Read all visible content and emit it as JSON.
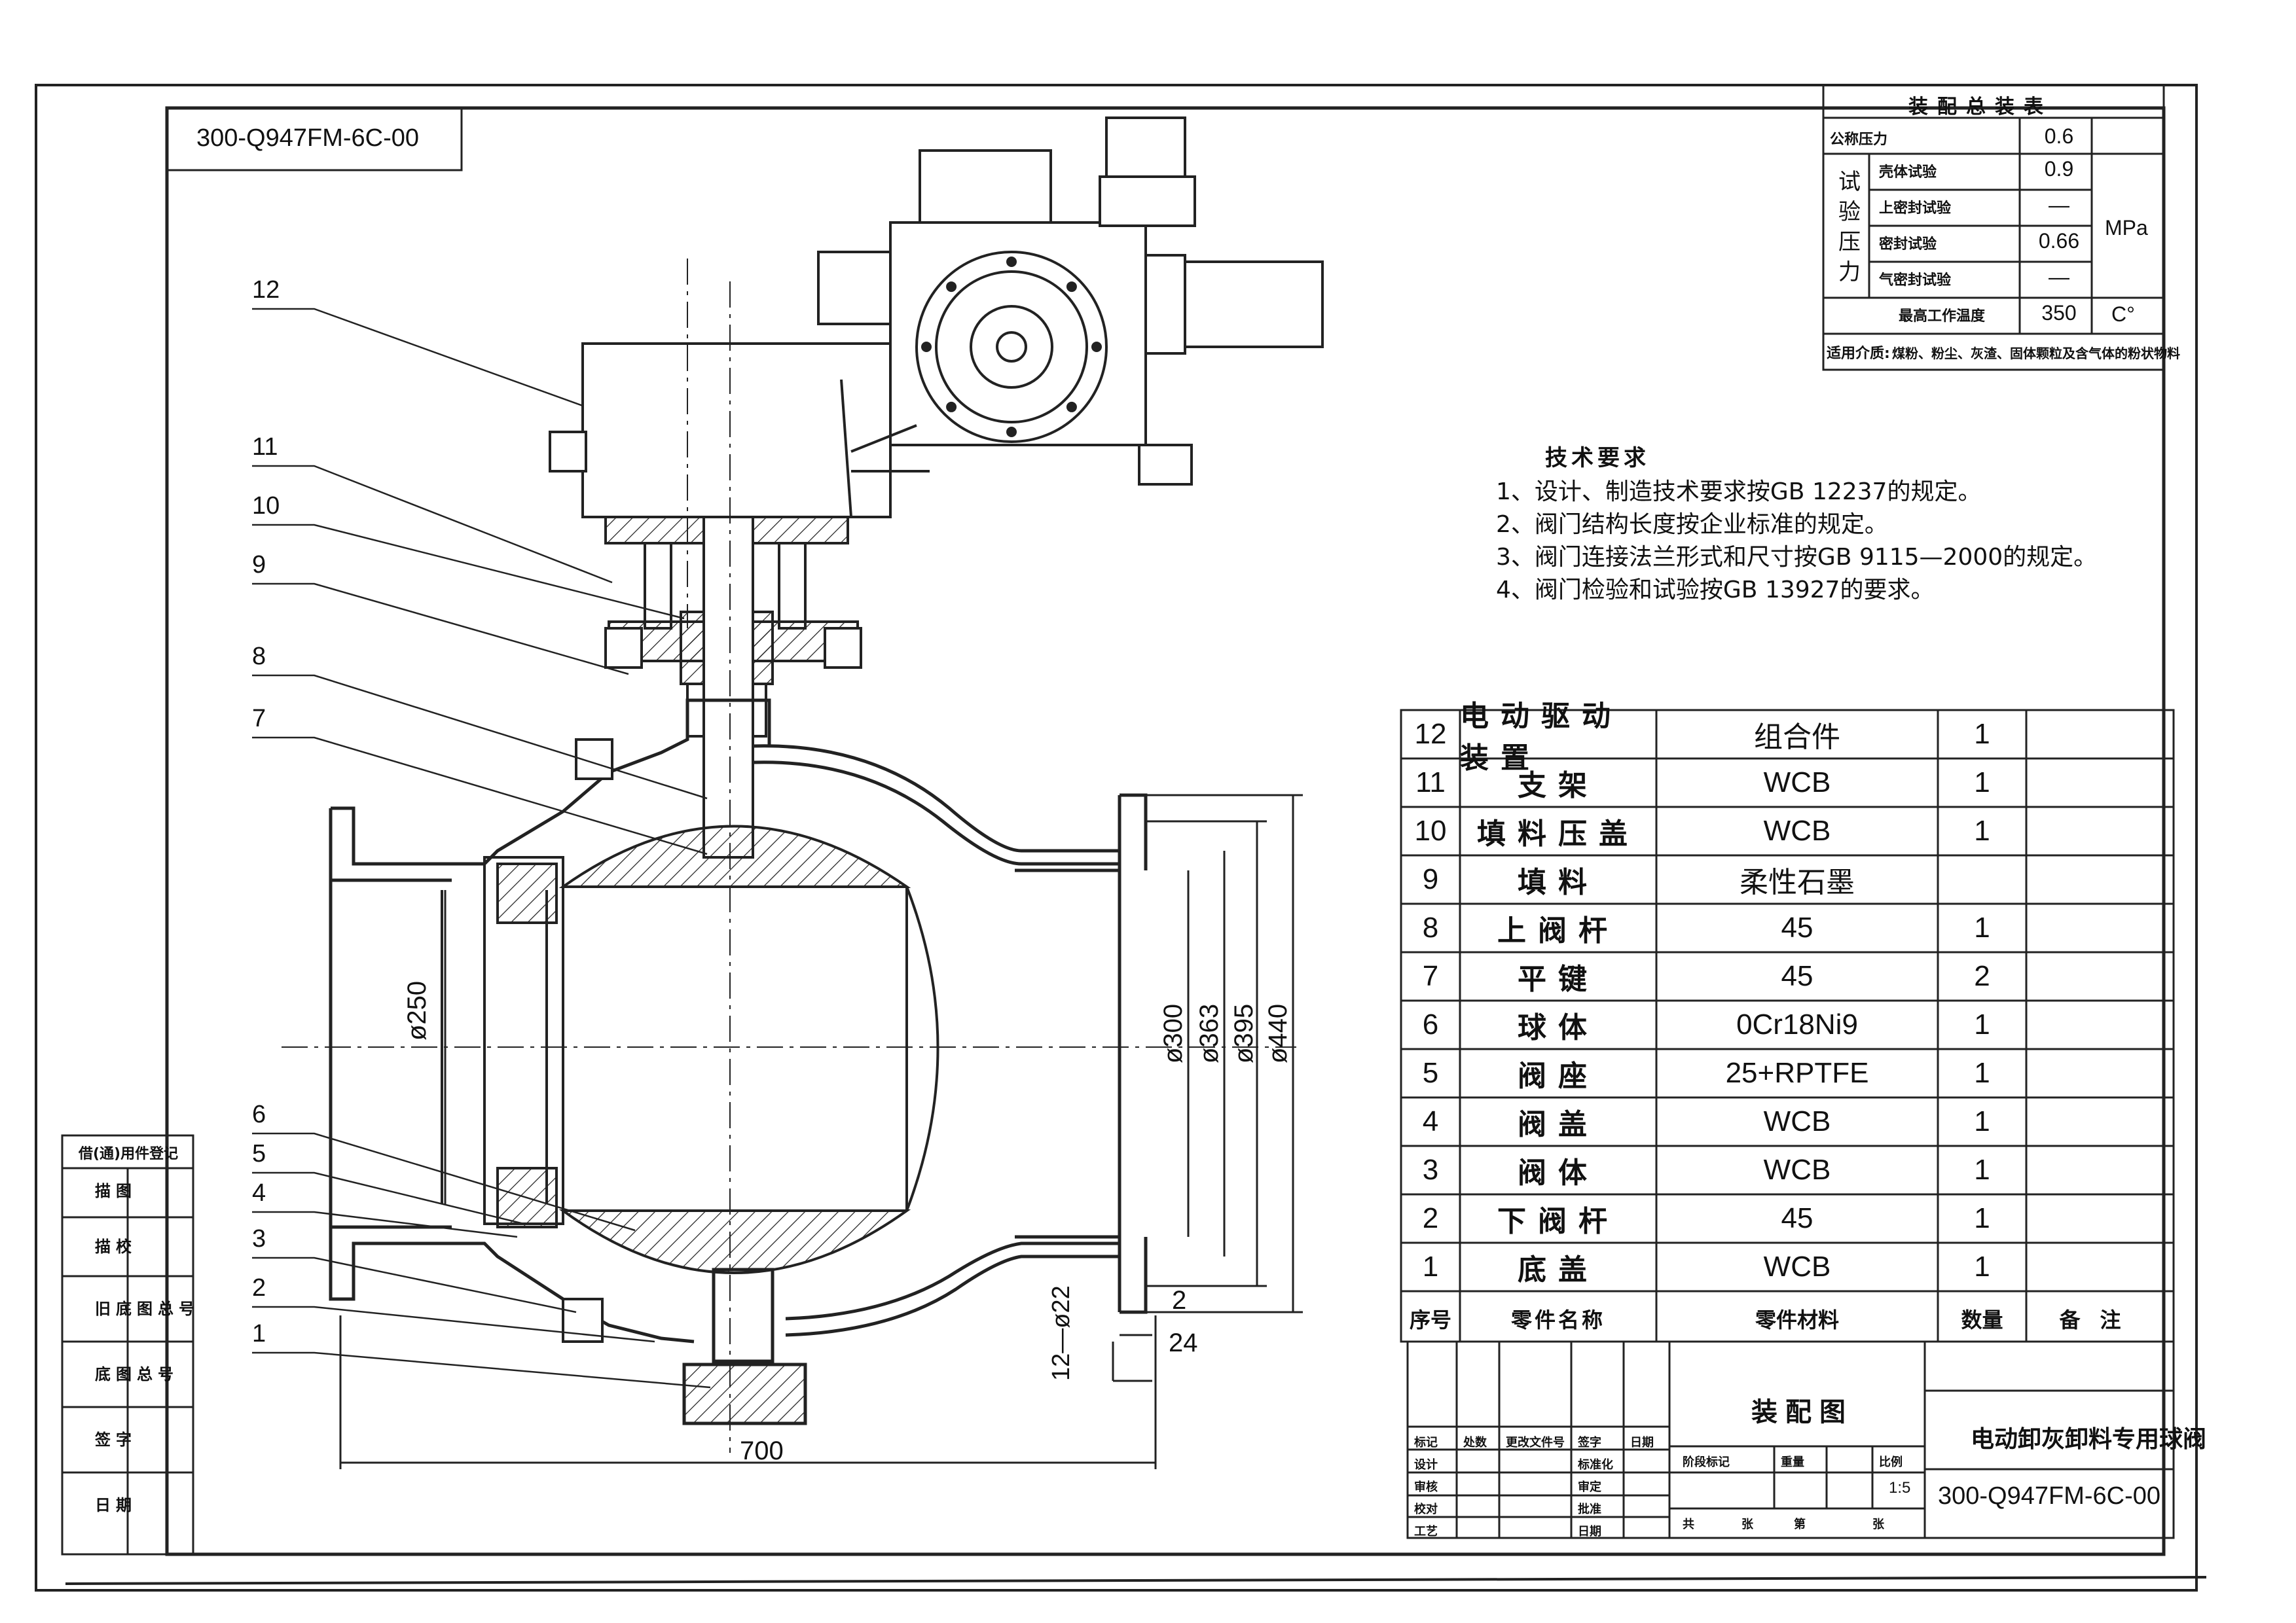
{
  "drawing_number": "300-Q947FM-6C-00",
  "drawing_title": "电动卸灰卸料专用球阀",
  "drawing_type": "装配图",
  "scale": "1:5",
  "pressure_table": {
    "title": "装配总装表",
    "rows": [
      {
        "label": "公称压力",
        "value": "0.6"
      },
      {
        "label": "壳体试验",
        "value": "0.9"
      },
      {
        "label": "上密封试验",
        "value": "—"
      },
      {
        "label": "密封试验",
        "value": "0.66"
      },
      {
        "label": "气密封试验",
        "value": "—"
      },
      {
        "label": "最高工作温度",
        "value": "350"
      }
    ],
    "side_label_chars": [
      "试",
      "验",
      "压",
      "力"
    ],
    "unit_pressure": "MPa",
    "unit_temp": "C°",
    "medium_label": "适用介质:",
    "medium_value": "煤粉、粉尘、灰渣、固体颗粒及含气体的粉状物料"
  },
  "tech_requirements": {
    "title": "技术要求",
    "items": [
      "1、设计、制造技术要求按GB 12237的规定。",
      "2、阀门结构长度按企业标准的规定。",
      "3、阀门连接法兰形式和尺寸按GB 9115—2000的规定。",
      "4、阀门检验和试验按GB 13927的要求。"
    ]
  },
  "parts": [
    {
      "no": "12",
      "name": "电动驱动装置",
      "material": "组合件",
      "qty": "1",
      "note": ""
    },
    {
      "no": "11",
      "name": "支架",
      "material": "WCB",
      "qty": "1",
      "note": ""
    },
    {
      "no": "10",
      "name": "填料压盖",
      "material": "WCB",
      "qty": "1",
      "note": ""
    },
    {
      "no": "9",
      "name": "填料",
      "material": "柔性石墨",
      "qty": "",
      "note": ""
    },
    {
      "no": "8",
      "name": "上阀杆",
      "material": "45",
      "qty": "1",
      "note": ""
    },
    {
      "no": "7",
      "name": "平键",
      "material": "45",
      "qty": "2",
      "note": ""
    },
    {
      "no": "6",
      "name": "球体",
      "material": "0Cr18Ni9",
      "qty": "1",
      "note": ""
    },
    {
      "no": "5",
      "name": "阀座",
      "material": "25+RPTFE",
      "qty": "1",
      "note": ""
    },
    {
      "no": "4",
      "name": "阀盖",
      "material": "WCB",
      "qty": "1",
      "note": ""
    },
    {
      "no": "3",
      "name": "阀体",
      "material": "WCB",
      "qty": "1",
      "note": ""
    },
    {
      "no": "2",
      "name": "下阀杆",
      "material": "45",
      "qty": "1",
      "note": ""
    },
    {
      "no": "1",
      "name": "底盖",
      "material": "WCB",
      "qty": "1",
      "note": ""
    }
  ],
  "parts_header": {
    "no": "序号",
    "name": "零件名称",
    "material": "零件材料",
    "qty": "数量",
    "note": "备注"
  },
  "leader_labels": [
    "12",
    "11",
    "10",
    "9",
    "8",
    "7",
    "6",
    "5",
    "4",
    "3",
    "2",
    "1"
  ],
  "dimensions": {
    "d250": "ø250",
    "d300": "ø300",
    "d363": "ø363",
    "d395": "ø395",
    "d440": "ø440",
    "length": "700",
    "holes": "12—ø22",
    "flange_t1": "2",
    "flange_t2": "24"
  },
  "left_strip": [
    "借(通)用件登记",
    "描图",
    "描校",
    "旧底图总号",
    "底图总号",
    "签字",
    "日期"
  ],
  "title_block": {
    "rev_headers": [
      "标记",
      "处数",
      "更改文件号",
      "签字",
      "日期"
    ],
    "sign_labels": [
      "设计",
      "审核",
      "校对",
      "工艺"
    ],
    "sign_labels_2": [
      "标准化",
      "审定",
      "批准",
      "日期"
    ],
    "stage_headers": [
      "阶段标记",
      "重量",
      "比例"
    ],
    "sheet_labels": [
      "共",
      "张",
      "第",
      "张"
    ]
  }
}
